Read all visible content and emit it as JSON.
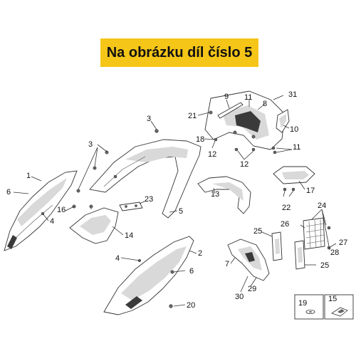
{
  "banner": {
    "text": "Na obrázku díl číslo 5",
    "background": "#f5c518"
  },
  "callouts": {
    "c1": "1",
    "c2": "2",
    "c3a": "3",
    "c3b": "3",
    "c4a": "4",
    "c4b": "4",
    "c5": "5",
    "c6a": "6",
    "c6b": "6",
    "c7": "7",
    "c8": "8",
    "c9": "9",
    "c10": "10",
    "c11a": "11",
    "c11b": "11",
    "c12a": "12",
    "c12b": "12",
    "c13": "13",
    "c14": "14",
    "c15": "15",
    "c16": "16",
    "c17": "17",
    "c18": "18",
    "c19": "19",
    "c20": "20",
    "c21": "21",
    "c22": "22",
    "c23": "23",
    "c24": "24",
    "c25a": "25",
    "c25b": "25",
    "c26": "26",
    "c27": "27",
    "c28": "28",
    "c29": "29",
    "c30": "30",
    "c31": "31"
  }
}
